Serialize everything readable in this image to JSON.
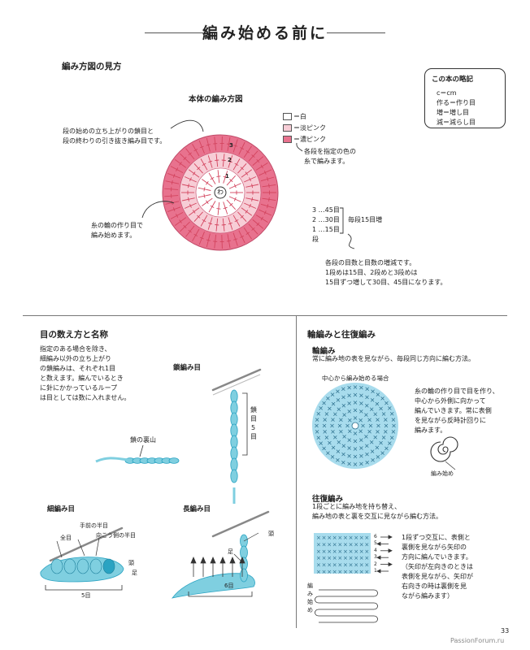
{
  "page": {
    "title": "編み始める前に",
    "page_number": "33",
    "watermark": "PassionForum.ru"
  },
  "chart_reading": {
    "heading": "編み方図の見方",
    "diagram_title": "本体の編み方図",
    "note_start": [
      "段の始めの立ち上がりの鎖目と",
      "段の終わりの引き抜き編み目です。"
    ],
    "note_ring": [
      "糸の輪の作り目で",
      "編み始めます。"
    ],
    "center_label": "わ",
    "row_numbers": [
      "3",
      "2",
      "1"
    ],
    "legend": [
      {
        "label": "＝白",
        "color": "#ffffff"
      },
      {
        "label": "＝淡ピンク",
        "color": "#f7cdd6"
      },
      {
        "label": "＝濃ピンク",
        "color": "#e8728e"
      }
    ],
    "legend_note": [
      "各段を指定の色の",
      "糸で編みます。"
    ],
    "stitch_counts": [
      "3 …45目",
      "2 …30目",
      "1 …15目"
    ],
    "row_word": "段",
    "increase_label": "毎段15目増",
    "increase_note": [
      "各段の目数と目数の増減です。",
      "1段めは15目、2段めと3段めは",
      "15目ずつ増して30目、45目になります。"
    ],
    "colors": {
      "white": "#ffffff",
      "light_pink": "#f7cdd6",
      "dark_pink": "#e8728e",
      "stitch": "#d3455f"
    }
  },
  "abbreviations": {
    "title": "この本の略記",
    "items": [
      "c＝cm",
      "作る＝作り目",
      "増＝増し目",
      "減＝減らし目"
    ]
  },
  "stitch_counting": {
    "heading": "目の数え方と名称",
    "intro": [
      "指定のある場合を除き、",
      "細編み以外の立ち上がり",
      "の鎖編みは、それぞれ1目",
      "と数えます。編んでいるとき",
      "に針にかかっているループ",
      "は目としては数に入れません。"
    ],
    "chain": {
      "title": "鎖編み目",
      "label_side": [
        "鎖",
        "目",
        "5",
        "目"
      ],
      "label_back": "鎖の裏山"
    },
    "single": {
      "title": "細編み目",
      "label_front": "手前の半目",
      "label_back": "向こう側の半目",
      "label_all": "全目",
      "label_head": "頭",
      "label_foot": "足",
      "label_count": "5目"
    },
    "double": {
      "title": "長編み目",
      "label_head": "頭",
      "label_foot": "足",
      "label_count": "6目"
    },
    "colors": {
      "yarn": "#7fcfe0",
      "yarn_dark": "#2aa3c2",
      "hook": "#888888"
    }
  },
  "round_and_flat": {
    "heading": "輪編みと往復編み",
    "round": {
      "title": "輪編み",
      "desc": "常に編み地の表を見ながら、毎段同じ方向に編む方法。",
      "case_label": "中心から編み始める場合",
      "note": [
        "糸の輪の作り目で目を作り、",
        "中心から外側に向かって",
        "編んでいきます。常に表側",
        "を見ながら反時計回りに",
        "編みます。"
      ],
      "start_label": "編み始め"
    },
    "flat": {
      "title": "往復編み",
      "desc": [
        "1段ごとに編み地を持ち替え、",
        "編み地の表と裏を交互に見ながら編む方法。"
      ],
      "rows": [
        "6",
        "5",
        "4",
        "3",
        "2",
        "1"
      ],
      "note": [
        "1段ずつ交互に、表側と",
        "裏側を見ながら矢印の",
        "方向に編んでいきます。",
        "（矢印が左向きのときは",
        "表側を見ながら、矢印が",
        "右向きの時は裏側を見",
        "ながら編みます）"
      ],
      "start_label": "編み始め"
    },
    "colors": {
      "fill": "#a8dced",
      "mark": "#2a6e8c"
    }
  }
}
